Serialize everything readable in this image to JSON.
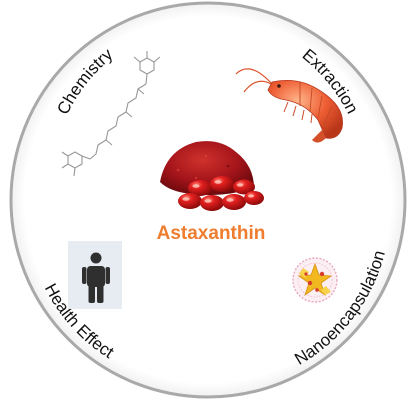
{
  "title": "Astaxanthin",
  "labels": {
    "top_left": "Chemistry",
    "top_right": "Extraction",
    "bottom_left": "Health Effect",
    "bottom_right": "Nanoencapsulation"
  },
  "colors": {
    "accent": "#ef7d2f",
    "ring": "#a9a9a9",
    "powder": "#a3141a",
    "capsule": "#d61818",
    "shrimp": "#ec5a32",
    "person": "#2f2f2f",
    "person_bg": "#e7ebf2"
  },
  "icons": {
    "chemistry": "molecule-structure-icon",
    "extraction": "shrimp-icon",
    "health_effect": "person-icon",
    "nanoencapsulation": "nanoparticle-icon",
    "center": "powder-and-capsules-image"
  }
}
